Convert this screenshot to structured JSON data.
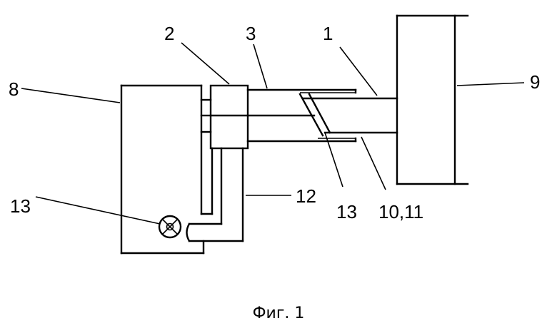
{
  "figure": {
    "caption": "Фиг. 1",
    "labels": {
      "l1": "1",
      "l2": "2",
      "l3": "3",
      "l8": "8",
      "l9": "9",
      "l12": "12",
      "l13_left": "13",
      "l13_mid": "13",
      "l10_11": "10,11"
    }
  }
}
